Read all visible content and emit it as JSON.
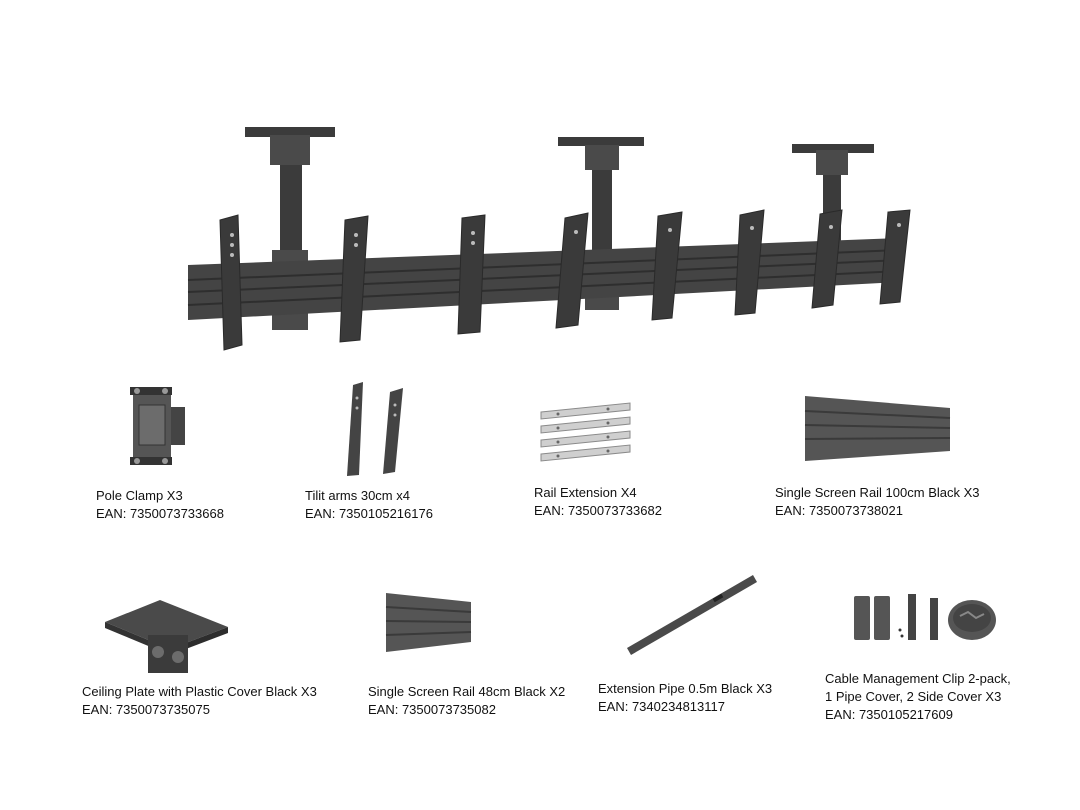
{
  "items": [
    {
      "name": "Pole Clamp X3",
      "ean": "EAN: 7350073733668"
    },
    {
      "name": "Tilit arms 30cm x4",
      "ean": "EAN: 7350105216176"
    },
    {
      "name": "Rail Extension X4",
      "ean": "EAN: 7350073733682"
    },
    {
      "name": "Single Screen Rail 100cm Black X3",
      "ean": "EAN: 7350073738021"
    },
    {
      "name": "Ceiling Plate with Plastic Cover Black X3",
      "ean": "EAN: 7350073735075"
    },
    {
      "name": "Single Screen Rail 48cm Black X2",
      "ean": "EAN: 7350073735082"
    },
    {
      "name": "Extension Pipe 0.5m Black X3",
      "ean": "EAN: 7340234813117"
    },
    {
      "name_line1": "Cable Management Clip 2-pack,",
      "name_line2": "1 Pipe Cover, 2 Side Cover X3",
      "ean": "EAN: 7350105217609"
    }
  ],
  "colors": {
    "metal_dark": "#3d3d3d",
    "metal_mid": "#555555",
    "metal_light": "#8a8a8a",
    "silver": "#c8c8c8"
  }
}
